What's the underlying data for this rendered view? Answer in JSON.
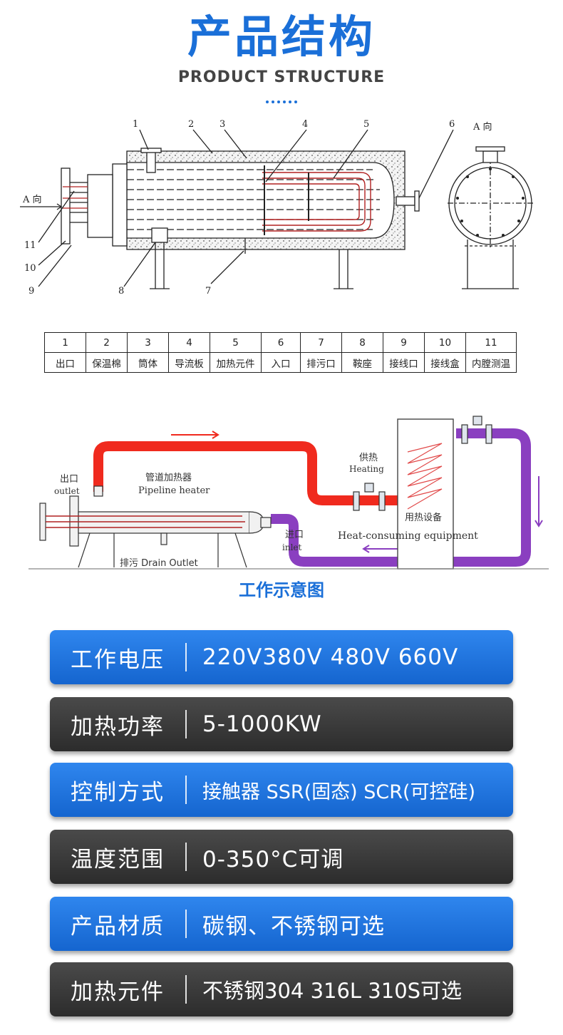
{
  "header": {
    "title": "产品结构",
    "subtitle": "PRODUCT STRUCTURE"
  },
  "structure_drawing": {
    "callouts": [
      "1",
      "2",
      "3",
      "4",
      "5",
      "6",
      "7",
      "8",
      "9",
      "10",
      "11"
    ],
    "view_label": "A 向",
    "side_view_label": "A 向"
  },
  "parts_table": {
    "numbers": [
      "1",
      "2",
      "3",
      "4",
      "5",
      "6",
      "7",
      "8",
      "9",
      "10",
      "11"
    ],
    "names": [
      "出口",
      "保温棉",
      "筒体",
      "导流板",
      "加热元件",
      "入口",
      "排污口",
      "鞍座",
      "接线口",
      "接线盒",
      "内膛测温"
    ]
  },
  "flow_diagram": {
    "outlet_cn": "出口",
    "outlet_en": "outlet",
    "heater_cn": "管道加热器",
    "heater_en": "Pipeline heater",
    "drain": "排污 Drain Outlet",
    "inlet_cn": "进口",
    "inlet_en": "inlet",
    "heating_cn": "供热",
    "heating_en": "Heating",
    "equipment_cn": "用热设备",
    "equipment_en": "Heat-consuming equipment",
    "caption": "工作示意图",
    "colors": {
      "hot_pipe": "#f02a1e",
      "return_pipe": "#8a3fc0"
    }
  },
  "specs": [
    {
      "label": "工作电压",
      "value": "220V380V 480V 660V",
      "style": "blue"
    },
    {
      "label": "加热功率",
      "value": "5-1000KW",
      "style": "dark"
    },
    {
      "label": "控制方式",
      "value": "接触器 SSR(固态) SCR(可控硅)",
      "style": "blue"
    },
    {
      "label": "温度范围",
      "value": "0-350°C可调",
      "style": "dark"
    },
    {
      "label": "产品材质",
      "value": "碳钢、不锈钢可选",
      "style": "blue"
    },
    {
      "label": "加热元件",
      "value": "不锈钢304 316L 310S可选",
      "style": "dark"
    }
  ],
  "colors": {
    "accent_blue": "#1a6fd8",
    "bar_blue": "#1f74dc",
    "bar_dark": "#3a3a3a"
  }
}
